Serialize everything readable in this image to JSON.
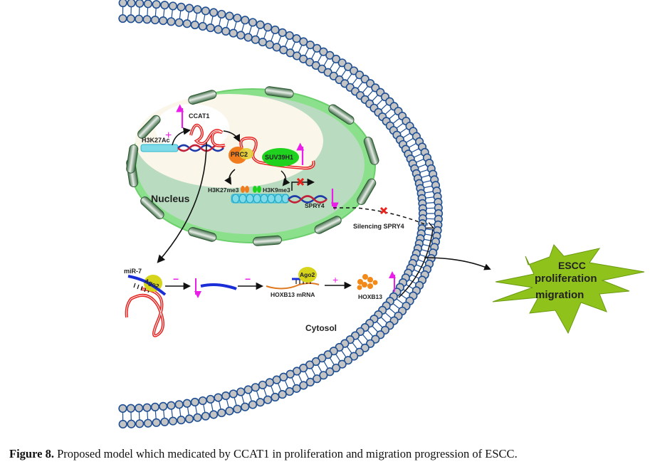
{
  "figure": {
    "compartments": {
      "nucleus": "Nucleus",
      "cytosol": "Cytosol"
    },
    "nuclear_labels": {
      "ccat1": "CCAT1",
      "h3k27ac": "H3K27Ac",
      "prc2": "PRC2",
      "suv39h1": "SUV39H1",
      "h3k27me3": "H3K27me3",
      "h3k9me3": "H3K9me3",
      "spry4": "SPRY4"
    },
    "cytosol_labels": {
      "mir7": "miR-7",
      "ago2_a": "Ago2",
      "ago2_b": "Ago2",
      "hoxb13_mrna": "HOXB13 mRNA",
      "hoxb13": "HOXB13",
      "silencing": "Silencing SPRY4"
    },
    "signs": {
      "plus_h3k27ac": "+",
      "minus_1": "−",
      "minus_2": "−",
      "plus_hoxb13": "+"
    },
    "outcome": {
      "line1": "ESCC",
      "line2": "proliferation",
      "line3": "migration"
    },
    "regulation": {
      "ccat1": "up",
      "suv39h1": "up",
      "spry4": "down",
      "mir7": "down",
      "hoxb13": "up",
      "spry4_transcription": "blocked"
    },
    "colors": {
      "membrane_head": "#c4c4c4",
      "membrane_edge": "#1e4f94",
      "nucleus_outer": "#8be08b",
      "nucleus_inner": "#b9dcc0",
      "nucleolus": "#fbf6ea",
      "rna": "#e8231f",
      "arrow_up_down": "#ea1ee8",
      "outcome_burst": "#8fc21a",
      "prc2": "#f07c1e",
      "suv39h1": "#1ed21e",
      "ago2": "#d6d51c",
      "hoxb13": "#f28a1a",
      "mirna": "#1a2ed8"
    }
  },
  "caption": {
    "label": "Figure 8.",
    "text": " Proposed model which medicated by CCAT1 in proliferation and migration progression of ESCC."
  }
}
